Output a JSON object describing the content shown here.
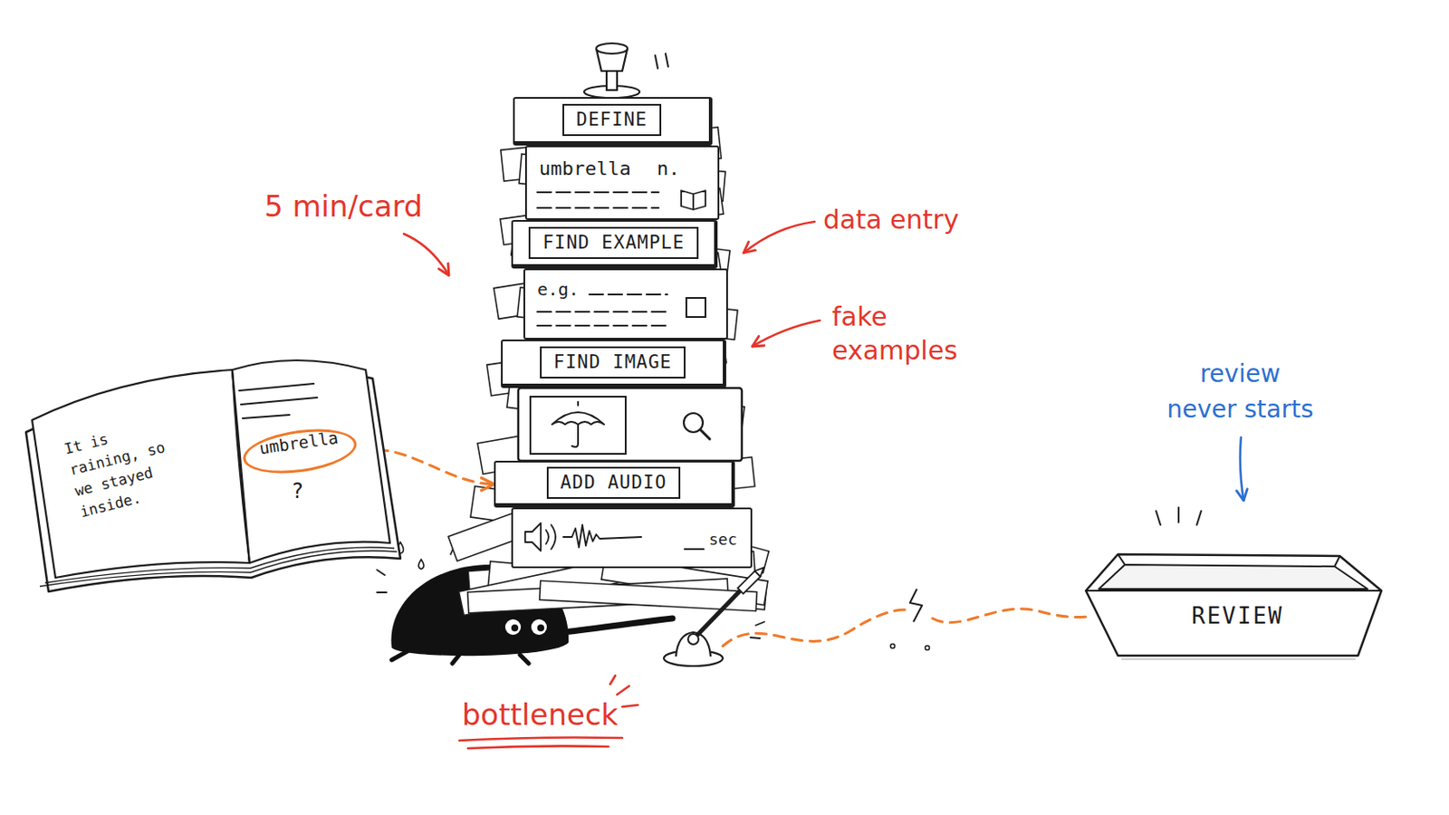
{
  "diagram": {
    "nodes": [
      {
        "text": [
          "It is raining, so we stayed inside.",
          "?"
        ]
      },
      {
        "text": [
          "umbrella"
        ],
        "in": 0
      },
      {
        "text": [
          "DEFINE"
        ]
      },
      {
        "text": [
          "umbrella",
          "n."
        ]
      },
      {
        "text": [
          "FIND EXAMPLE"
        ]
      },
      {
        "text": [
          "e.g."
        ]
      },
      {
        "text": [
          "FIND IMAGE"
        ]
      },
      {
        "text": [
          "ADD AUDIO"
        ]
      },
      {
        "text": [
          "sec"
        ]
      },
      {
        "text": [
          "REVIEW"
        ]
      }
    ],
    "edges": [
      {
        "from": 1,
        "to": 7,
        "arrow": "to"
      }
    ],
    "labels": [
      "5 min/card",
      "data entry",
      "fake examples",
      "review never starts",
      "bottleneck"
    ]
  }
}
